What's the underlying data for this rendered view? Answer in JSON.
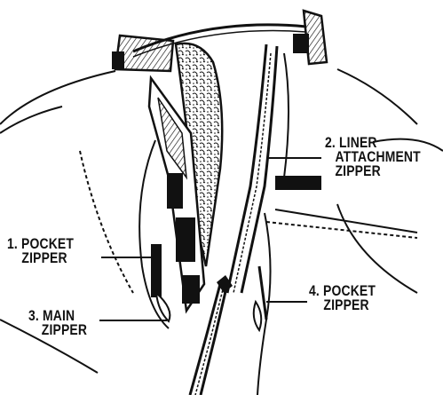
{
  "labels": {
    "pocket_left": {
      "line1": "1. POCKET",
      "line2": "ZIPPER"
    },
    "liner": {
      "line1": "2. LINER",
      "line2": "ATTACHMENT",
      "line3": "ZIPPER"
    },
    "main": {
      "line1": "3. MAIN",
      "line2": "ZIPPER"
    },
    "pocket_right": {
      "line1": "4. POCKET",
      "line2": "ZIPPER"
    }
  },
  "colors": {
    "ink": "#111111",
    "paper": "#ffffff"
  }
}
